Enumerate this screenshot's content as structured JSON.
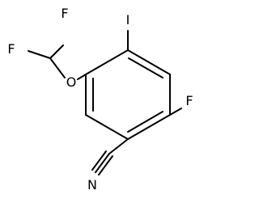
{
  "molecule": {
    "atoms": {
      "f_top": "F",
      "f_left": "F",
      "o": "O",
      "i": "I",
      "f_ring": "F",
      "n": "N"
    }
  },
  "colors": {
    "line": "#000000",
    "background": "#ffffff"
  }
}
